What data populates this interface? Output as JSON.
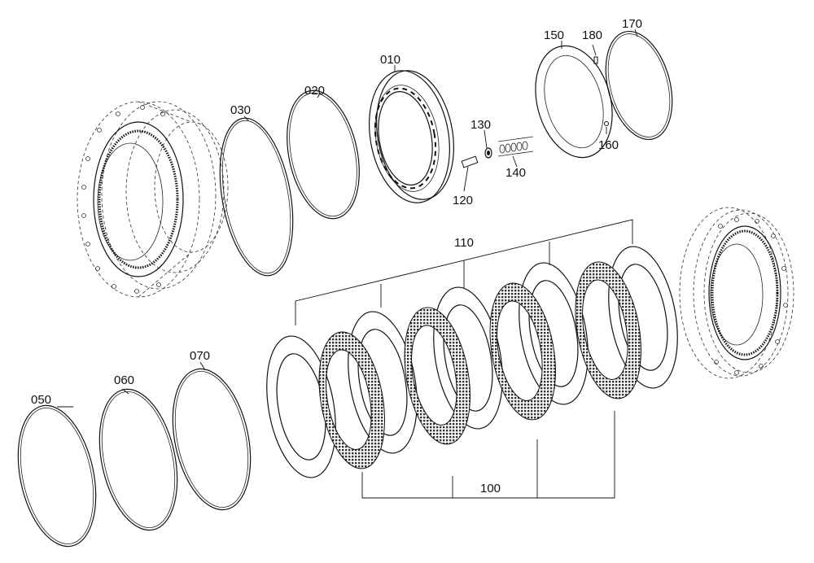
{
  "parts": {
    "p010": "010",
    "p020": "020",
    "p030": "030",
    "p050": "050",
    "p060": "060",
    "p070": "070",
    "p100": "100",
    "p110": "110",
    "p120": "120",
    "p130": "130",
    "p140": "140",
    "p150": "150",
    "p160": "160",
    "p170": "170",
    "p180": "180"
  },
  "colors": {
    "line": "#111111",
    "friction_fill": "#3a3a3a",
    "background": "#ffffff"
  }
}
